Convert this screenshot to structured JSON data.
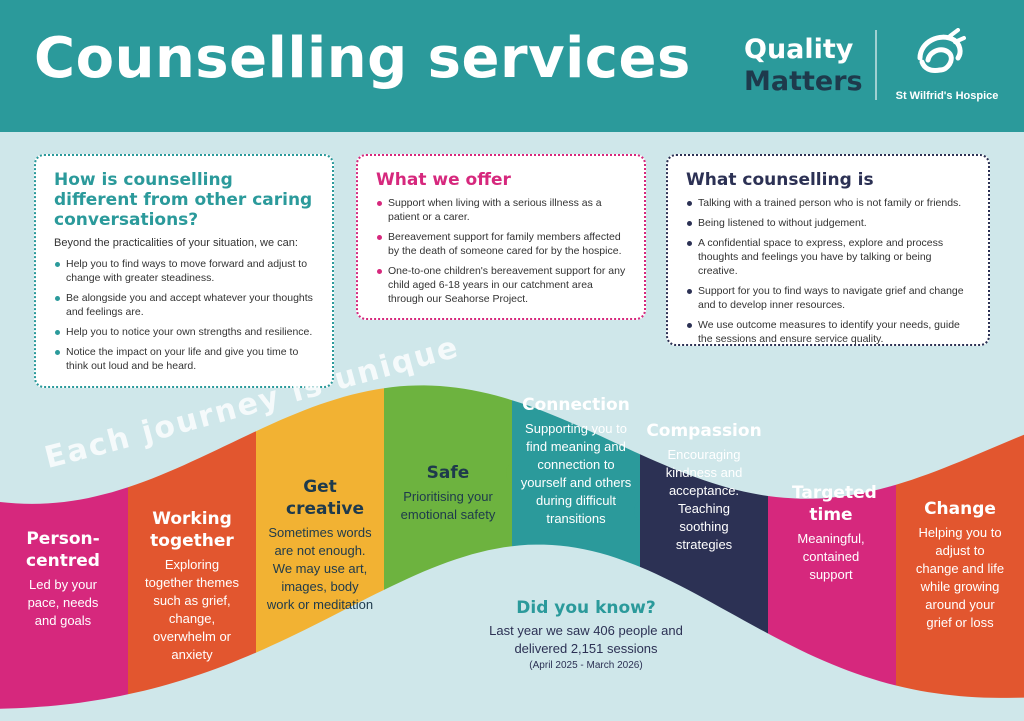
{
  "header": {
    "title": "Counselling services",
    "quality_line1": "Quality",
    "quality_line2": "Matters",
    "org_name": "St Wilfrid's Hospice",
    "colors": {
      "teal": "#2b9a9b",
      "navy": "#1e3a4c"
    }
  },
  "card_difference": {
    "title": "How is counselling different from other caring conversations?",
    "intro": "Beyond the practicalities of your situation, we can:",
    "items": [
      "Help you to find ways to move forward and adjust to change with greater steadiness.",
      "Be alongside you and accept whatever your thoughts and feelings are.",
      "Help you to notice your own strengths and resilience.",
      "Notice the impact on your life and give you time to think out loud and be heard."
    ]
  },
  "card_offer": {
    "title": "What we offer",
    "items": [
      "Support when living with a serious illness as a patient or a carer.",
      "Bereavement support for family members affected by the death of someone cared for by the hospice.",
      "One-to-one children's bereavement support for any child aged 6-18 years in our catchment area through our Seahorse Project."
    ]
  },
  "card_is": {
    "title": "What counselling is",
    "items": [
      "Talking with a trained person who is not family or friends.",
      "Being listened to without judgement.",
      "A confidential space to express, explore and process thoughts and feelings you have by talking or being creative.",
      "Support for you to find ways to navigate grief and change and to develop inner resources.",
      "We use outcome measures to identify your needs, guide the sessions and ensure service quality."
    ]
  },
  "journey": {
    "tagline": "Each journey is unique",
    "segments": [
      {
        "title": "Person-centred",
        "desc": "Led by your pace, needs and goals",
        "color": "#d6287d"
      },
      {
        "title": "Working together",
        "desc": "Exploring together themes such as grief, change, overwhelm or anxiety",
        "color": "#e2562f"
      },
      {
        "title": "Get creative",
        "desc": "Sometimes words are not enough. We may use art, images, body work or meditation",
        "color": "#f2b233"
      },
      {
        "title": "Safe",
        "desc": "Prioritising your emotional safety",
        "color": "#6db33f"
      },
      {
        "title": "Connection",
        "desc": "Supporting you to find meaning and connection to yourself and others during difficult transitions",
        "color": "#2b9a9b"
      },
      {
        "title": "Compassion",
        "desc": "Encouraging kindness and acceptance. Teaching soothing strategies",
        "color": "#2c3154"
      },
      {
        "title": "Targeted time",
        "desc": "Meaningful, contained support",
        "color": "#d6287d"
      },
      {
        "title": "Change",
        "desc": "Helping you to adjust to change and life while growing around your grief or loss",
        "color": "#e2562f"
      }
    ]
  },
  "did_you_know": {
    "title": "Did you know?",
    "text": "Last year we saw 406 people and delivered 2,151 sessions",
    "period": "(April 2025 - March 2026)"
  }
}
